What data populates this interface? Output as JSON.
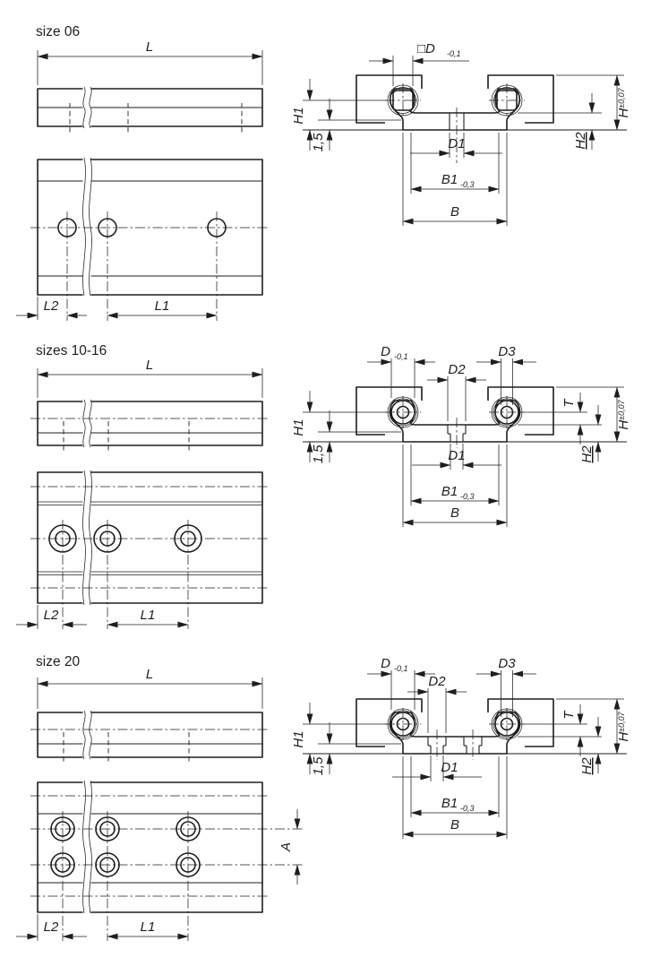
{
  "drawing": {
    "background": "#ffffff",
    "line_color": "#1e1e1e"
  },
  "sections": [
    {
      "title": "size 06",
      "dims": {
        "L": "L",
        "L1": "L1",
        "L2": "L2",
        "D": "□D",
        "D_tol": "-0,1",
        "D1": "D1",
        "B1": "B1",
        "B1_tol": "-0,3",
        "B": "B",
        "H": "H",
        "H_tol": "±0,07",
        "H1": "H1",
        "H2": "H2",
        "lip": "1,5"
      }
    },
    {
      "title": "sizes 10-16",
      "dims": {
        "L": "L",
        "L1": "L1",
        "L2": "L2",
        "D": "D",
        "D_tol": "-0,1",
        "D1": "D1",
        "D2": "D2",
        "D3": "D3",
        "T": "T",
        "B1": "B1",
        "B1_tol": "-0,3",
        "B": "B",
        "H": "H",
        "H_tol": "±0,07",
        "H1": "H1",
        "H2": "H2",
        "lip": "1,5"
      }
    },
    {
      "title": "size 20",
      "dims": {
        "L": "L",
        "L1": "L1",
        "L2": "L2",
        "D": "D",
        "D_tol": "-0,1",
        "D1": "D1",
        "D2": "D2",
        "D3": "D3",
        "T": "T",
        "A": "A",
        "B1": "B1",
        "B1_tol": "-0,3",
        "B": "B",
        "H": "H",
        "H_tol": "±0,07",
        "H1": "H1",
        "H2": "H2",
        "lip": "1,5"
      }
    }
  ]
}
